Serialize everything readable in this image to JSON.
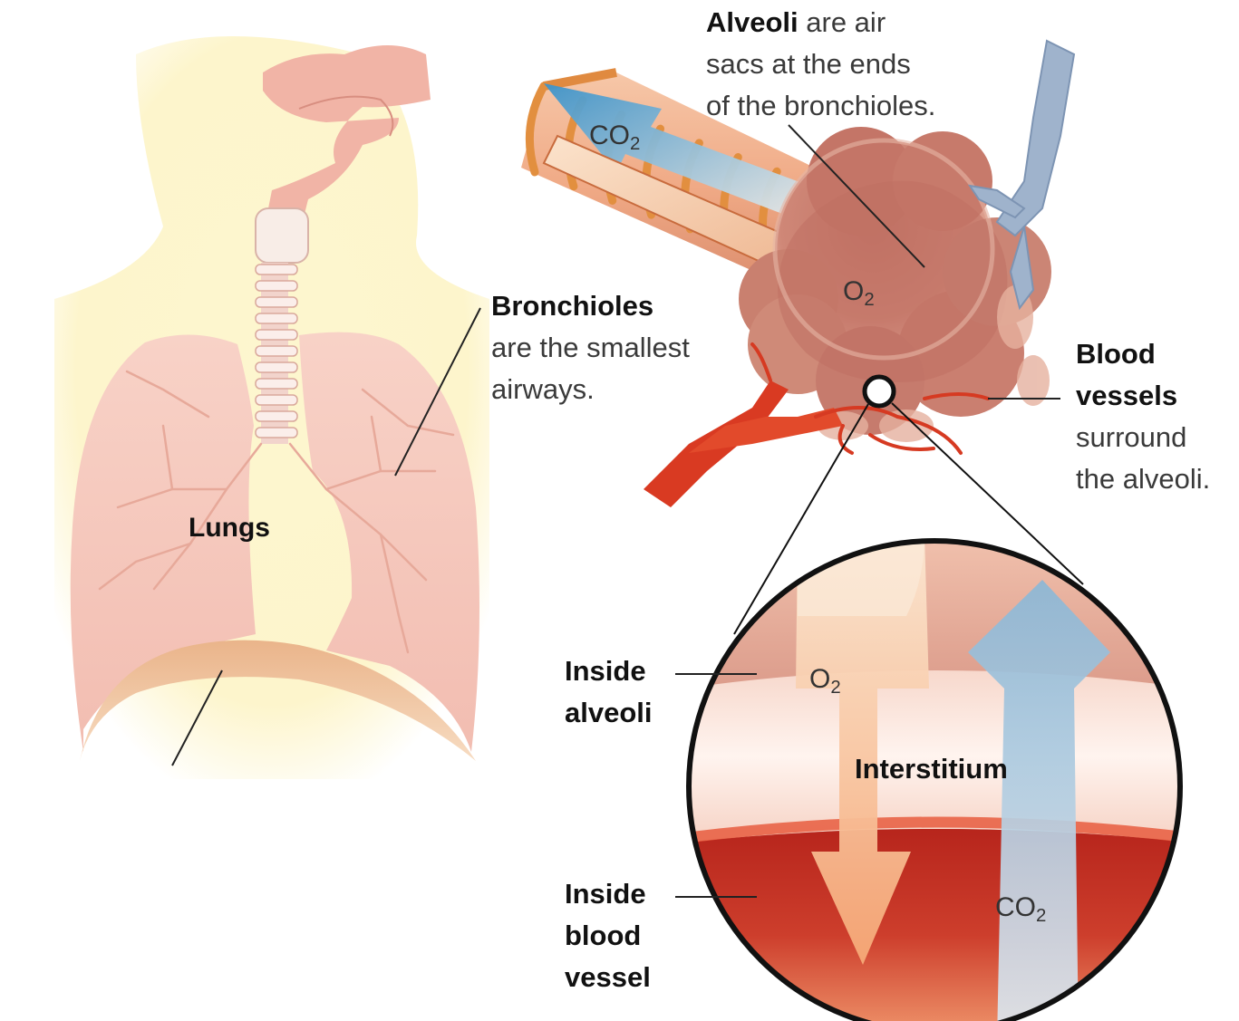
{
  "labels": {
    "lungs": "Lungs",
    "alveoli_bold": "Alveoli",
    "alveoli_rest_1": " are air",
    "alveoli_line_2": "sacs at the ends",
    "alveoli_line_3": "of the bronchioles.",
    "bronchioles_bold": "Bronchioles",
    "bronchioles_line_2": "are the smallest",
    "bronchioles_line_3": "airways.",
    "blood_bold_1": "Blood",
    "blood_bold_2": "vessels",
    "blood_line_3": "surround",
    "blood_line_4": "the alveoli.",
    "inside_alveoli_1": "Inside",
    "inside_alveoli_2": "alveoli",
    "interstitium": "Interstitium",
    "inside_vessel_1": "Inside",
    "inside_vessel_2": "blood",
    "inside_vessel_3": "vessel"
  },
  "gas": {
    "co2_base": "CO",
    "o2_base": "O",
    "subscript": "2"
  },
  "colors": {
    "background_glow": "#fdf6cf",
    "lung_tissue": "#f6c9bd",
    "diaphragm": "#eab48a",
    "alveoli": "#c97a6d",
    "artery": "#d93a22",
    "vein": "#9fb3cc",
    "co2_arrow": "#8fb9d6",
    "o2_arrow": "#f3b58a",
    "blood_interior": "#c2352a"
  }
}
